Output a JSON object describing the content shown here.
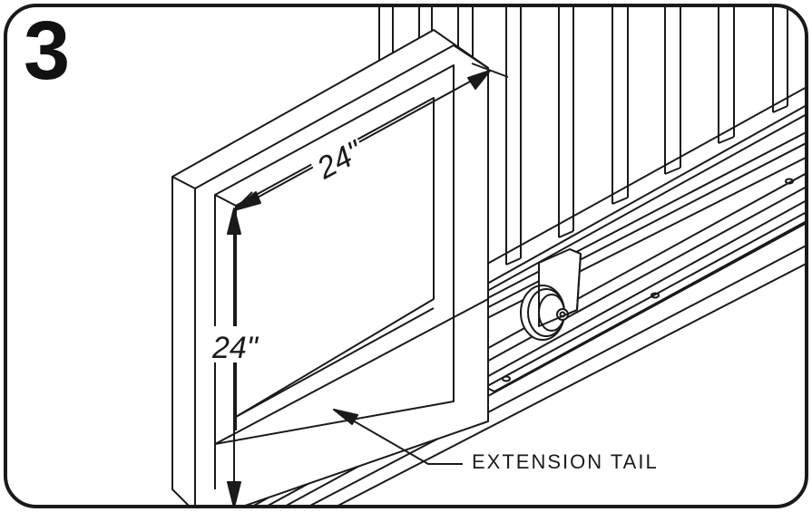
{
  "step": {
    "number": "3"
  },
  "dimensions": {
    "width_label": "24\"",
    "height_label": "24\""
  },
  "callouts": {
    "extension_tail": "EXTENSION TAIL"
  },
  "colors": {
    "line": "#1a1a1a",
    "background": "#ffffff"
  }
}
